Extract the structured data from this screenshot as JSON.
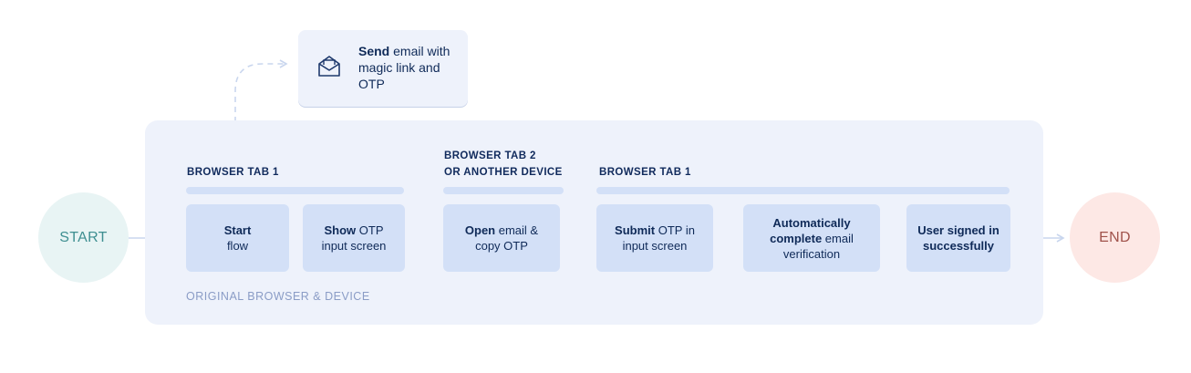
{
  "diagram": {
    "start_label": "START",
    "end_label": "END",
    "frame_label": "ORIGINAL BROWSER & DEVICE",
    "email_card": {
      "bold": "Send",
      "text": " email with magic link and OTP"
    },
    "groups": [
      {
        "label": "BROWSER TAB 1"
      },
      {
        "label_line1": "BROWSER TAB 2",
        "label_line2": "OR ANOTHER DEVICE"
      },
      {
        "label": "BROWSER TAB 1"
      }
    ],
    "steps": [
      {
        "bold": "Start",
        "text": "flow"
      },
      {
        "bold": "Show",
        "text": " OTP input screen"
      },
      {
        "bold": "Open",
        "text": " email & copy OTP"
      },
      {
        "bold": "Submit",
        "text": " OTP in input screen"
      },
      {
        "bold": "Automatically complete",
        "text": " email verification"
      },
      {
        "bold": "User signed in successfully",
        "text": ""
      }
    ],
    "colors": {
      "frame": "#eef2fb",
      "step_box": "#d3e0f7",
      "step_text": "#0f2a58",
      "start_fill": "#e8f4f4",
      "start_text": "#3f8f91",
      "end_fill": "#fde8e5",
      "end_text": "#a0524b",
      "connector": "#c9d6ee"
    },
    "icons": [
      "email-envelope-icon",
      "arrow-right-icon"
    ]
  }
}
